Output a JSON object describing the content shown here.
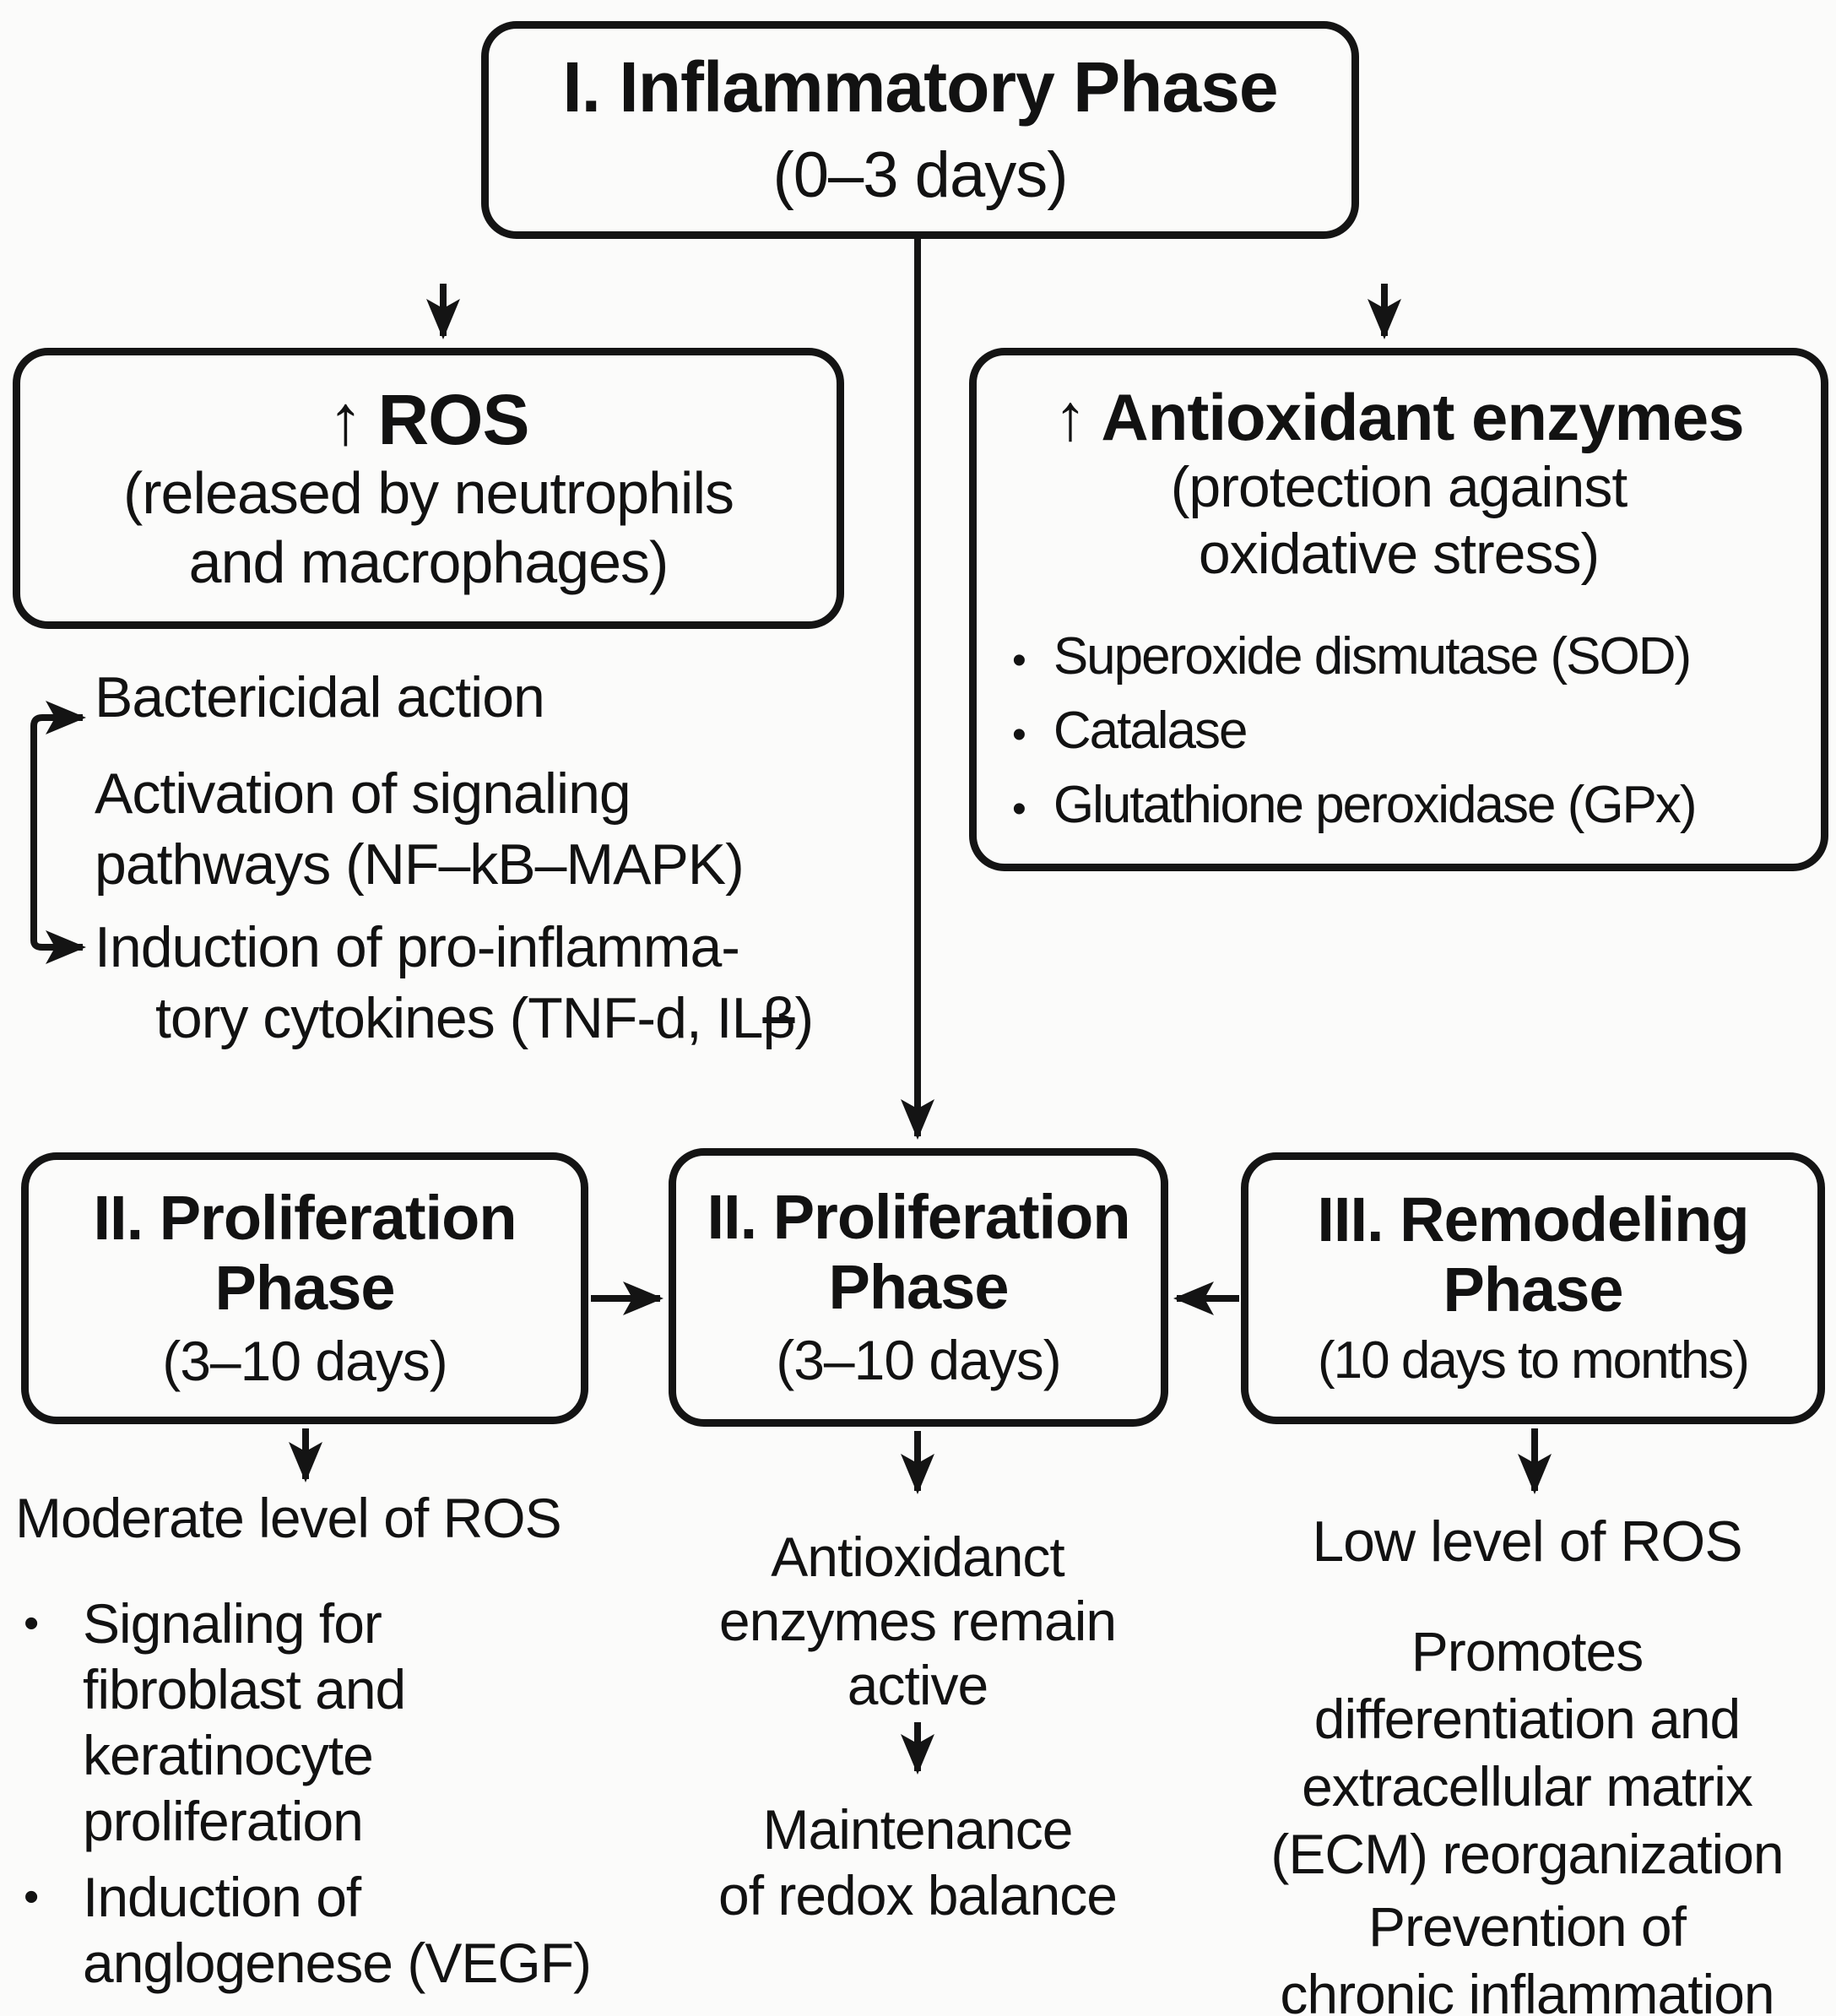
{
  "glyphs": {
    "bullet": "•",
    "up_arrow": "↑"
  },
  "colors": {
    "ink": "#141414",
    "background": "#fbfbfa"
  },
  "boxes": {
    "inflammatory": {
      "title": "I. Inflammatory Phase",
      "period": "(0–3 days)"
    },
    "ros": {
      "title": "ROS",
      "desc_line1": "(released by neutrophils",
      "desc_line2": "and macrophages)"
    },
    "antioxidant": {
      "title": "Antioxidant enzymes",
      "desc_line1": "(protection against",
      "desc_line2": "oxidative stress)",
      "bullets": [
        "Superoxide dismutase (SOD)",
        "Catalase",
        "Glutathione peroxidase (GPx)"
      ]
    },
    "proliferation_left": {
      "title_line1": "II. Proliferation",
      "title_line2": "Phase",
      "period": "(3–10 days)"
    },
    "proliferation_center": {
      "title_line1": "II. Proliferation",
      "title_line2": "Phase",
      "period": "(3–10 days)"
    },
    "remodeling": {
      "title_line1": "III. Remodeling",
      "title_line2": "Phase",
      "period": "(10 days to months)"
    }
  },
  "ros_effects": {
    "item1": "Bactericidal action",
    "item2_line1": "Activation of signaling",
    "item2_line2": "pathways (NF–kB–MAPK)",
    "item3_line1": "Induction of pro-inflamma-",
    "item3_line2_prefix": "tory cytokines (TNF-d, IL",
    "item3_beta": "β",
    "item3_close": ")"
  },
  "proliferation_effects": {
    "heading": "Moderate level of ROS",
    "bullet1": [
      "Signaling for",
      "fibroblast and",
      "keratinocyte",
      "proliferation"
    ],
    "bullet2": [
      "Induction of",
      "anglogenese (VEGF)"
    ]
  },
  "redox_effects": {
    "line1": "Antioxidanct",
    "line2": "enzymes remain",
    "line3": "active",
    "result_line1": "Maintenance",
    "result_line2": "of redox balance"
  },
  "remodeling_effects": {
    "heading": "Low level of ROS",
    "para1": [
      "Promotes",
      "differentiation and",
      "extracellular matrix",
      "(ECM) reorganization"
    ],
    "para2": [
      "Prevention of",
      "chronic inflammation"
    ]
  }
}
